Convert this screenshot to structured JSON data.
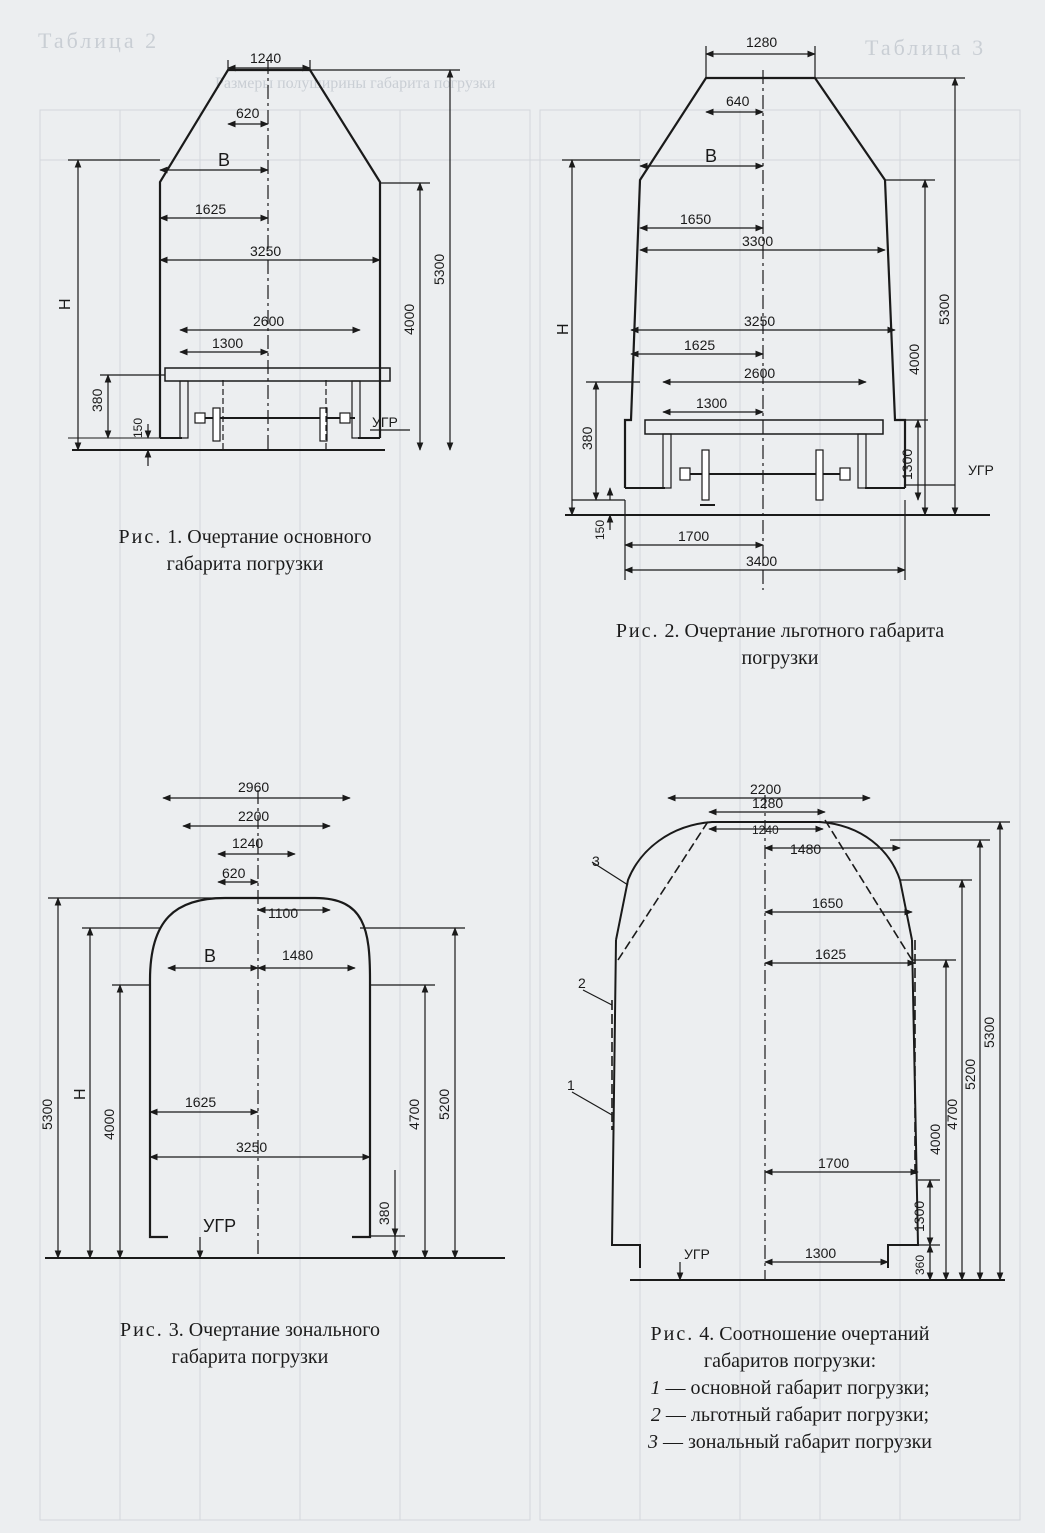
{
  "background": {
    "left_table_title": "Таблица 2",
    "right_table_title": "Таблица 3",
    "table_caption": "Размеры полуширины габарита погрузки"
  },
  "fig1": {
    "caption_prefix": "Рис.",
    "caption_line1": "1. Очертание основного",
    "caption_line2": "габарита погрузки",
    "dims": {
      "top_width": "1240",
      "half_top": "620",
      "B": "В",
      "half_mid": "1625",
      "mid_width": "3250",
      "platform_width": "2600",
      "half_platform": "1300",
      "H": "Н",
      "h380": "380",
      "h150": "150",
      "h4000": "4000",
      "h5300": "5300",
      "ugr": "УГР"
    }
  },
  "fig2": {
    "caption_prefix": "Рис.",
    "caption_line1": "2. Очертание льготного габарита",
    "caption_line2": "погрузки",
    "dims": {
      "top_width": "1280",
      "half_top": "640",
      "B": "В",
      "half_upper": "1650",
      "upper_width": "3300",
      "mid_width": "3250",
      "half_mid": "1625",
      "platform_width": "2600",
      "half_platform": "1300",
      "H": "Н",
      "h380": "380",
      "h150": "150",
      "h1300": "1300",
      "h4000": "4000",
      "h5300": "5300",
      "half_base": "1700",
      "base_width": "3400",
      "ugr": "УГР"
    }
  },
  "fig3": {
    "caption_prefix": "Рис.",
    "caption_line1": "3. Очертание зонального",
    "caption_line2": "габарита погрузки",
    "dims": {
      "w2960": "2960",
      "w2200": "2200",
      "w1240": "1240",
      "w620": "620",
      "w1100": "1100",
      "B": "В",
      "w1480": "1480",
      "H": "Н",
      "w1625": "1625",
      "w3250": "3250",
      "h5300": "5300",
      "h4000": "4000",
      "h4700": "4700",
      "h5200": "5200",
      "h380": "380",
      "ugr": "УГР"
    }
  },
  "fig4": {
    "caption_prefix": "Рис.",
    "caption_line1": "4. Соотношение очертаний",
    "caption_line2": "габаритов погрузки:",
    "legend": [
      {
        "num": "1",
        "text": "— основной габарит погрузки;"
      },
      {
        "num": "2",
        "text": "— льготный габарит погрузки;"
      },
      {
        "num": "3",
        "text": "— зональный габарит погрузки"
      }
    ],
    "dims": {
      "w2200": "2200",
      "w1280": "1280",
      "w1240": "1240",
      "w1480": "1480",
      "w1650": "1650",
      "w1625": "1625",
      "w1700": "1700",
      "w1300": "1300",
      "h5300": "5300",
      "h5200": "5200",
      "h4700": "4700",
      "h4000": "4000",
      "h1300": "1300",
      "h360": "360",
      "label1": "1",
      "label2": "2",
      "label3": "3",
      "ugr": "УГР"
    }
  },
  "colors": {
    "ink": "#1a1a1a",
    "paper": "#eceef0",
    "ghost": "#c9ced4"
  }
}
